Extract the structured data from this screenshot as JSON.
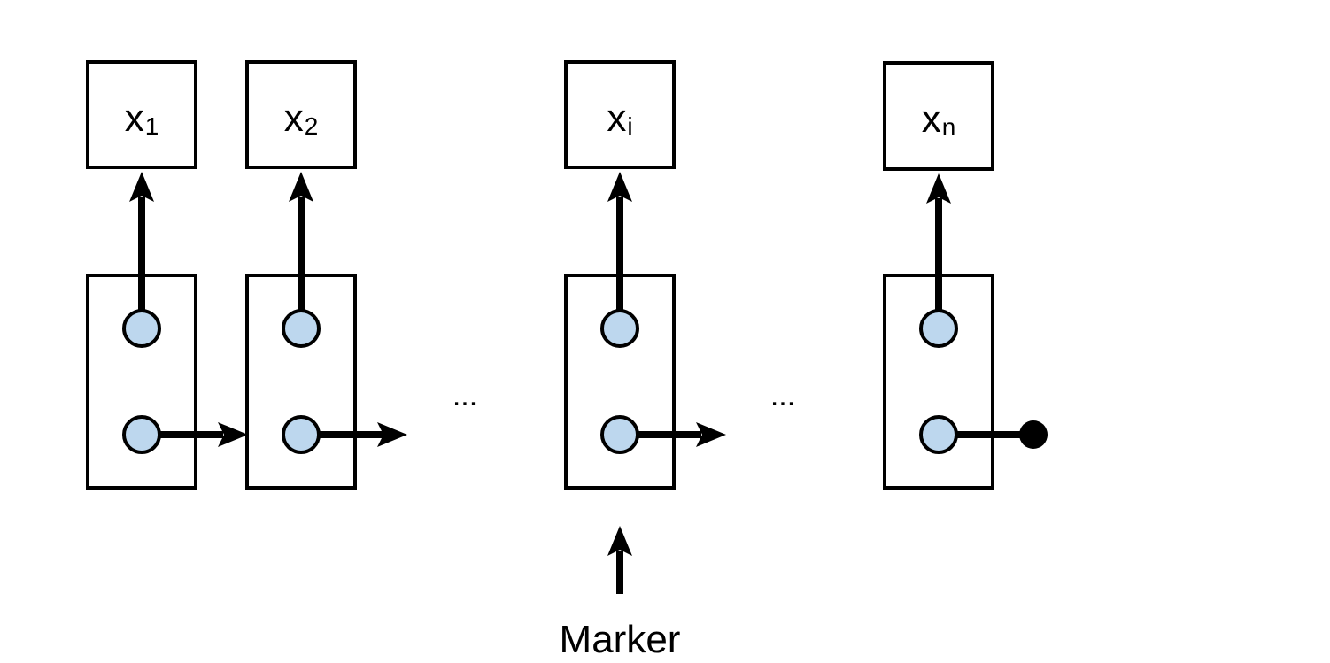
{
  "colors": {
    "stroke": "#000000",
    "node_fill": "#bdd7ee",
    "background": "#ffffff"
  },
  "elements": [
    {
      "base": "x",
      "sub": "1"
    },
    {
      "base": "x",
      "sub": "2"
    },
    {
      "base": "x",
      "sub": "i"
    },
    {
      "base": "x",
      "sub": "n"
    }
  ],
  "ellipses": [
    "...",
    "..."
  ],
  "marker": {
    "label": "Marker"
  }
}
